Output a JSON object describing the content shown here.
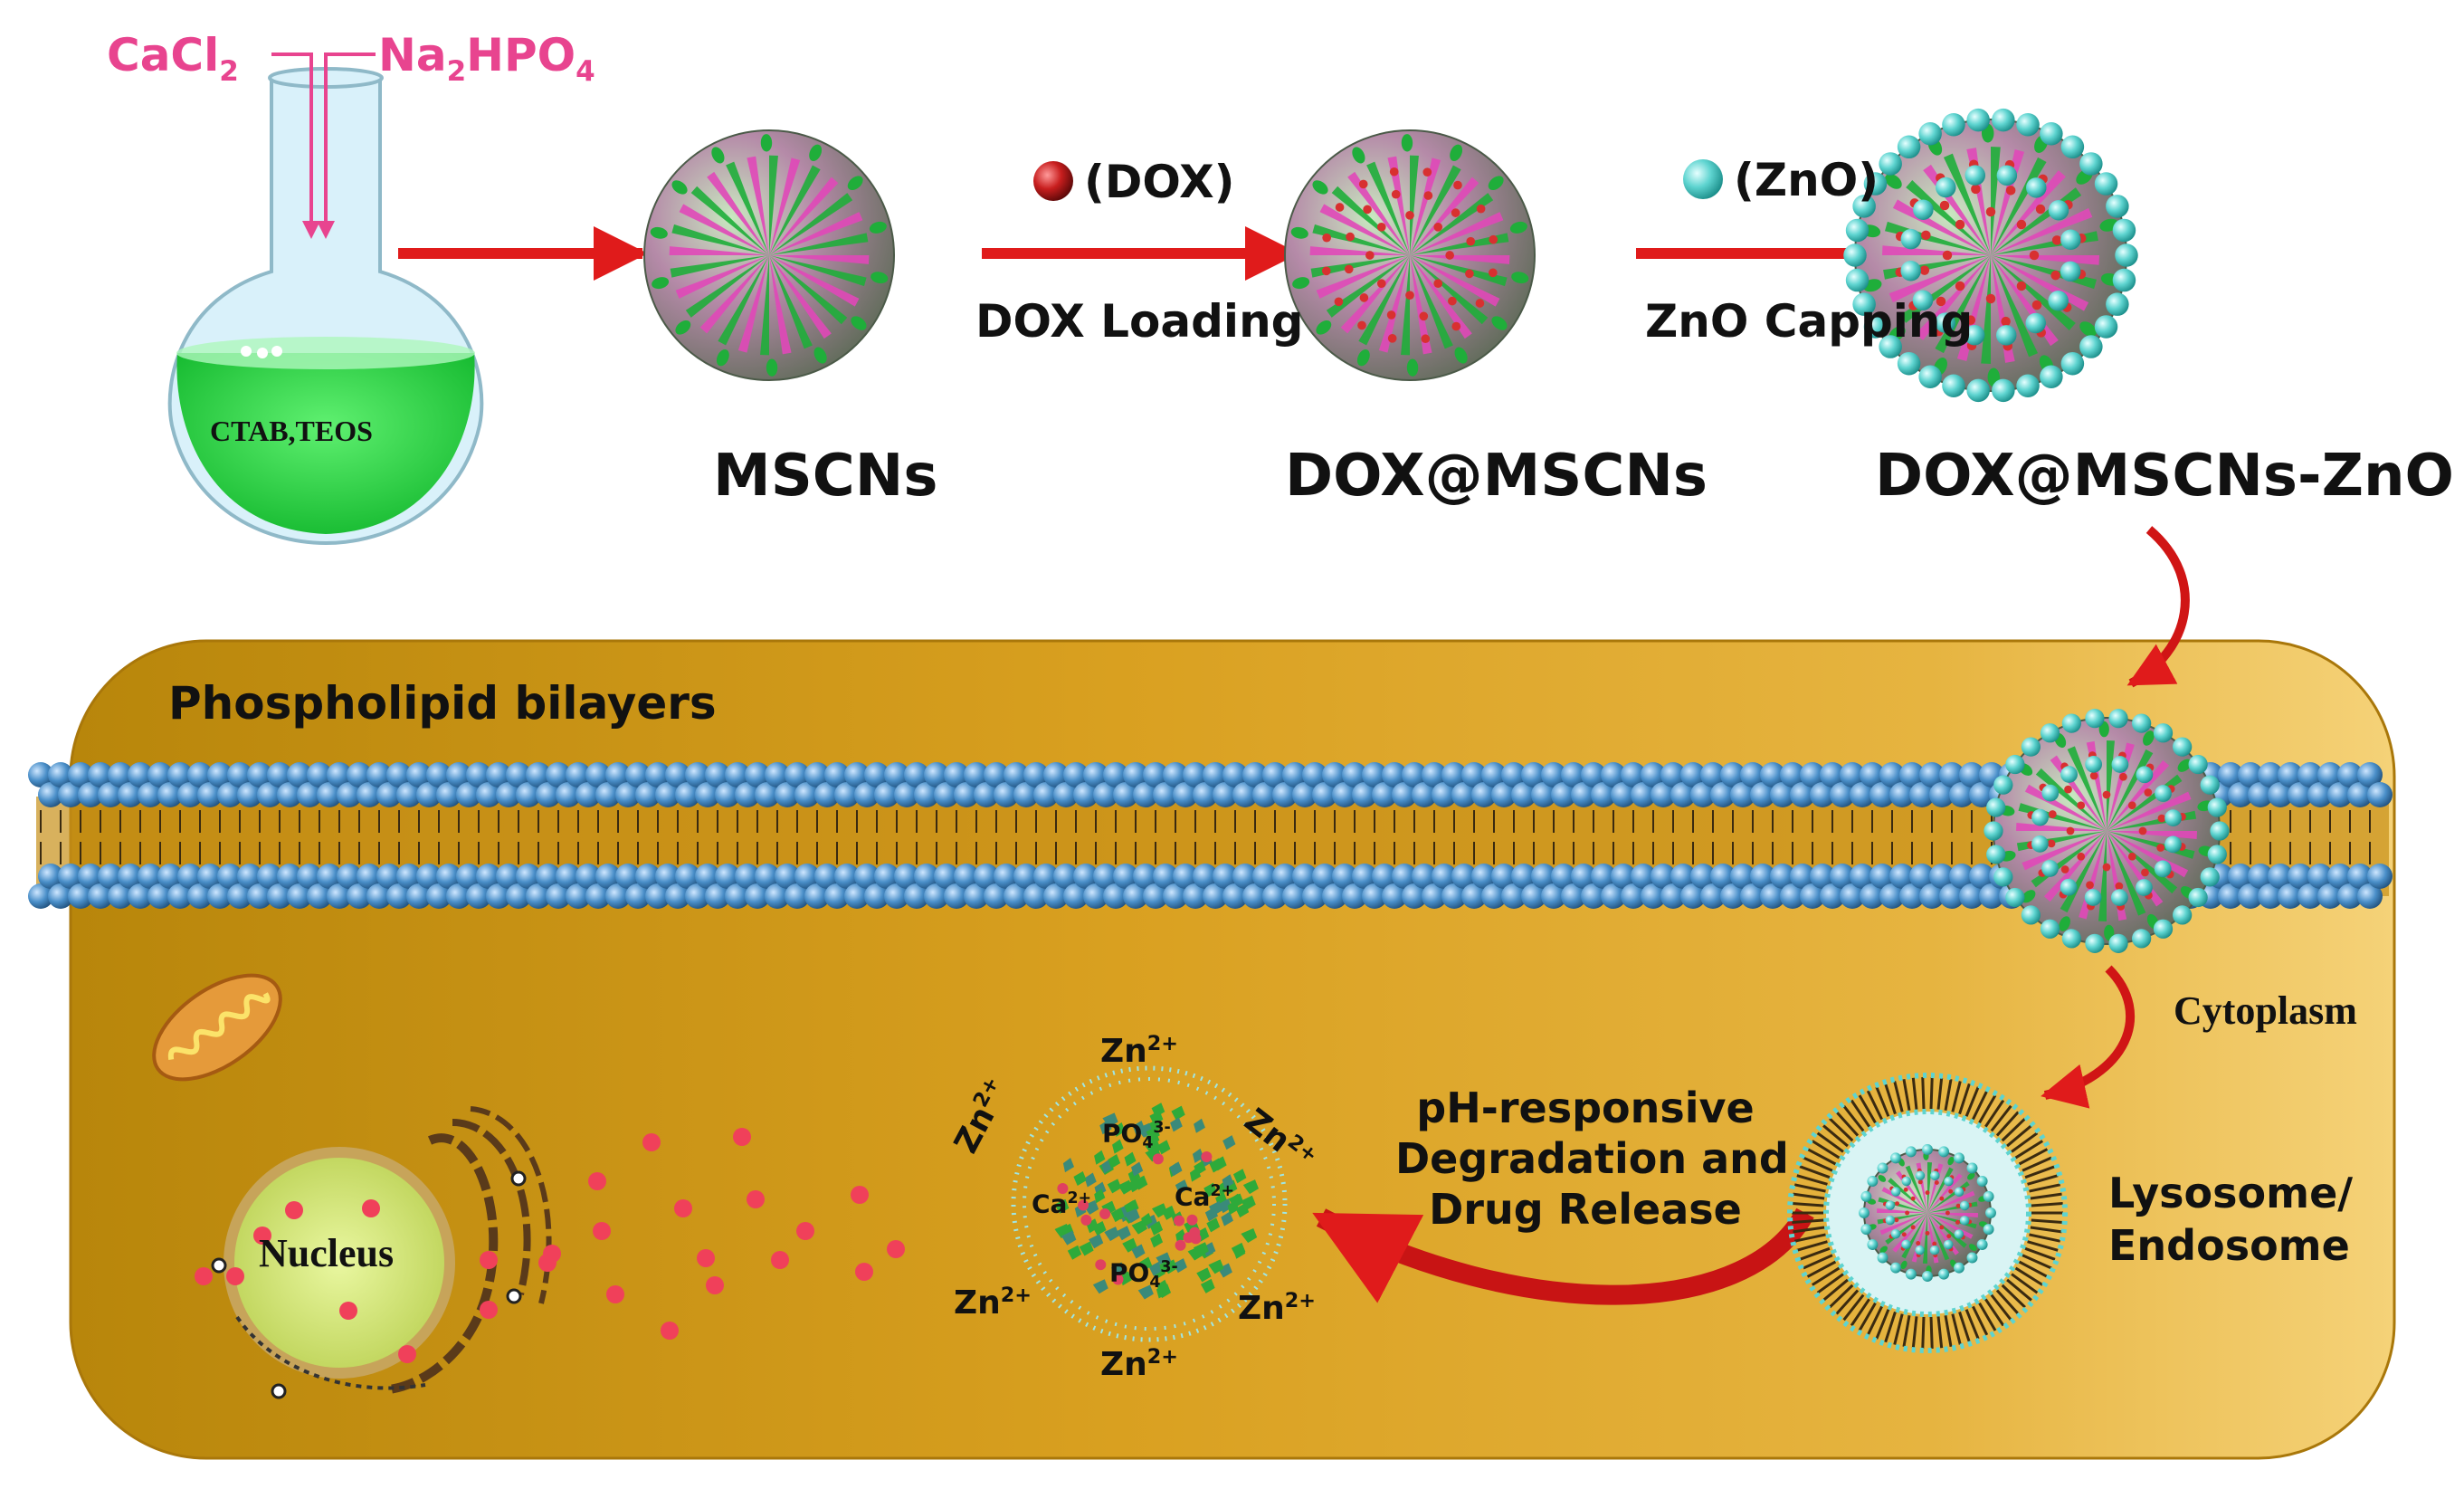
{
  "reagents": {
    "cacl2": "CaCl",
    "cacl2_sub": "2",
    "na2hpo4_a": "Na",
    "na2hpo4_sub1": "2",
    "na2hpo4_b": "HPO",
    "na2hpo4_sub2": "4"
  },
  "flask": {
    "label": "CTAB,TEOS"
  },
  "steps": {
    "dox_legend": "(DOX)",
    "zno_legend": "(ZnO)",
    "dox_loading": "DOX Loading",
    "zno_capping": "ZnO Capping"
  },
  "particles": {
    "mscns": "MSCNs",
    "dox_mscns": "DOX@MSCNs",
    "dox_mscns_zno": "DOX@MSCNs-ZnO"
  },
  "cell": {
    "bilayer_label": "Phospholipid bilayers",
    "cytoplasm": "Cytoplasm",
    "lysosome_line1": "Lysosome/",
    "lysosome_line2": "Endosome",
    "release_line1": "pH-responsive",
    "release_line2": "Degradation and",
    "release_line3": "Drug Release",
    "nucleus": "Nucleus"
  },
  "ions": {
    "zn": "Zn",
    "zn_charge": "2+",
    "ca": "Ca",
    "ca_charge": "2+",
    "po4": "PO",
    "po4_sub": "4",
    "po4_charge": "3-"
  },
  "colors": {
    "arrow_red": "#e01b1b",
    "reagent_pink": "#e8448f",
    "cytoplasm_gold": "#d9a020",
    "lipid_blue": "#4a8fc9",
    "zno_cyan": "#5ed4d0",
    "dox_red": "#d83030",
    "silica_green": "#1fae3a"
  }
}
